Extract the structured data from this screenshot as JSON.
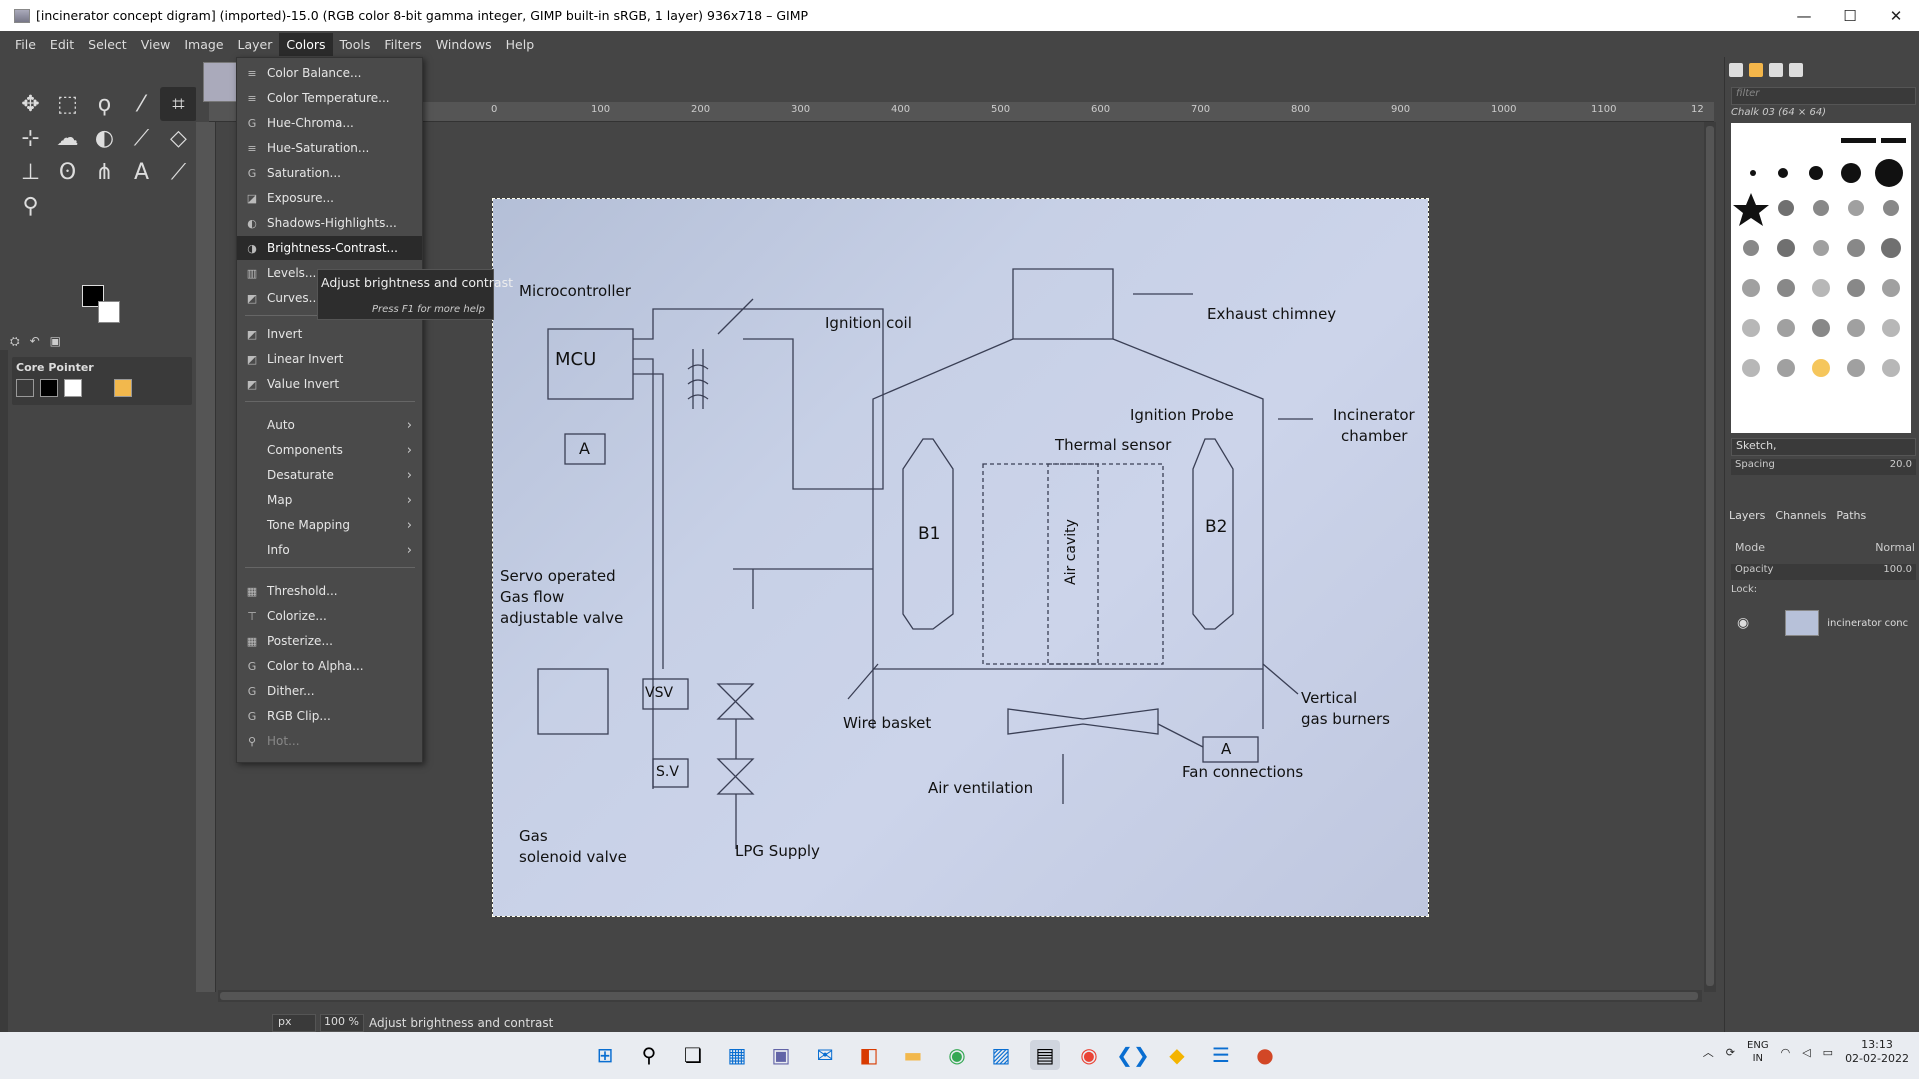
{
  "window": {
    "title": "[incinerator concept digram] (imported)-15.0 (RGB color 8-bit gamma integer, GIMP built-in sRGB, 1 layer) 936x718 – GIMP",
    "minimize": "—",
    "maximize": "☐",
    "close": "✕"
  },
  "menubar": [
    "File",
    "Edit",
    "Select",
    "View",
    "Image",
    "Layer",
    "Colors",
    "Tools",
    "Filters",
    "Windows",
    "Help"
  ],
  "active_menu": "Colors",
  "colors_menu": {
    "group1": [
      "Color Balance...",
      "Color Temperature...",
      "Hue-Chroma...",
      "Hue-Saturation...",
      "Saturation...",
      "Exposure...",
      "Shadows-Highlights...",
      "Brightness-Contrast...",
      "Levels...",
      "Curves..."
    ],
    "group2": [
      "Invert",
      "Linear Invert",
      "Value Invert"
    ],
    "group3": [
      "Auto",
      "Components",
      "Desaturate",
      "Map",
      "Tone Mapping",
      "Info"
    ],
    "group4": [
      "Threshold...",
      "Colorize...",
      "Posterize...",
      "Color to Alpha...",
      "Dither...",
      "RGB Clip...",
      "Hot..."
    ],
    "highlighted": "Brightness-Contrast...",
    "disabled": "Hot..."
  },
  "tooltip": {
    "text": "Adjust brightness and contrast",
    "hint": "Press F1 for more help"
  },
  "toolbox": {
    "tool_options_title": "Core Pointer",
    "tools": [
      "move-tool-icon",
      "rect-select-icon",
      "lasso-icon",
      "fuzzy-select-icon",
      "crop-icon",
      "transform-icon",
      "warp-icon",
      "bucket-fill-icon",
      "paintbrush-icon",
      "eraser-icon",
      "clone-icon",
      "smudge-icon",
      "path-icon",
      "text-icon",
      "color-picker-icon",
      "zoom-icon"
    ]
  },
  "ruler": {
    "top_labels": [
      "0",
      "100",
      "200",
      "300",
      "400",
      "500",
      "600",
      "700",
      "800",
      "900",
      "1000",
      "1100",
      "12"
    ]
  },
  "statusbar": {
    "unit": "px",
    "zoom": "100 %",
    "message": "Adjust brightness and contrast"
  },
  "image_labels": {
    "microcontroller": "Microcontroller",
    "mcu": "MCU",
    "a1": "A",
    "ignition_coil": "Ignition coil",
    "exhaust_chimney": "Exhaust chimney",
    "incinerator_chamber_1": "Incinerator",
    "incinerator_chamber_2": "chamber",
    "ignition_probe": "Ignition Probe",
    "thermal_sensor": "Thermal sensor",
    "b1": "B1",
    "b2": "B2",
    "air_cavity": "Air cavity",
    "servo_1": "Servo operated",
    "servo_2": "Gas flow",
    "servo_3": "adjustable valve",
    "vsv": "VSV",
    "sv": "S.V",
    "wire_basket": "Wire basket",
    "vertical_1": "Vertical",
    "vertical_2": "gas burners",
    "a2": "A",
    "fan_connections": "Fan connections",
    "air_ventilation": "Air ventilation",
    "gas_solenoid_1": "Gas",
    "gas_solenoid_2": "solenoid valve",
    "lpg_supply": "LPG  Supply"
  },
  "right_dock": {
    "filter_placeholder": "filter",
    "brush_name": "Chalk 03 (64 × 64)",
    "preset": "Sketch,",
    "spacing_label": "Spacing",
    "spacing_value": "20.0",
    "tabs": [
      "Layers",
      "Channels",
      "Paths"
    ],
    "mode_label": "Mode",
    "mode_value": "Normal",
    "opacity_label": "Opacity",
    "opacity_value": "100.0",
    "lock_label": "Lock:",
    "layer_name": "incinerator conc"
  },
  "taskbar": {
    "lang_1": "ENG",
    "lang_2": "IN",
    "time": "13:13",
    "date": "02-02-2022"
  }
}
